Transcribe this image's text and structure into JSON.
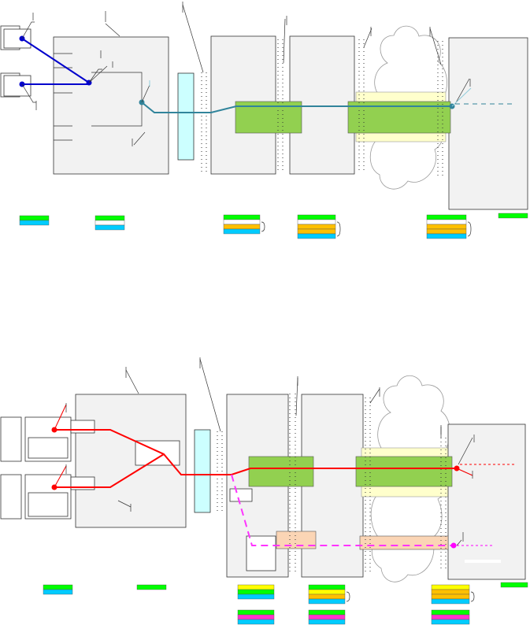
{
  "colors": {
    "panel": "#f2f2f2",
    "cyan_block": "#ccffff",
    "green_block": "#92d050",
    "yellow_block": "#ffffcc",
    "peach_block": "#fbd5b5",
    "blue_path": "#0000cc",
    "teal_path": "#31849b",
    "light_blue": "#92cddc",
    "red_path": "#ff0000",
    "magenta_path": "#ff00ff",
    "legend_green": "#00ff00",
    "legend_cyan": "#00ccff",
    "legend_orange": "#ffc000",
    "legend_yellow": "#ffff00",
    "legend_magenta": "#ff33cc"
  },
  "legend_top": [
    [
      "legend_green",
      "legend_cyan"
    ],
    [
      "legend_green",
      "white",
      "legend_cyan"
    ],
    [
      "legend_green",
      "white",
      "legend_orange",
      "legend_cyan"
    ],
    [
      "legend_green",
      "white",
      "legend_orange",
      "legend_orange",
      "legend_cyan"
    ],
    [
      "legend_green",
      "white",
      "legend_orange",
      "legend_orange",
      "legend_cyan"
    ],
    [
      "legend_green"
    ]
  ],
  "legend_bottom": [
    [
      "legend_green",
      "legend_cyan"
    ],
    [
      "legend_green"
    ],
    [
      "legend_yellow",
      "legend_green",
      "legend_cyan"
    ],
    [
      "legend_green",
      "legend_yellow",
      "legend_orange",
      "legend_cyan"
    ],
    [
      "legend_yellow",
      "legend_orange",
      "legend_orange",
      "legend_cyan"
    ],
    [
      "legend_green"
    ],
    [
      "legend_green",
      "legend_magenta",
      "legend_cyan"
    ],
    [
      "legend_green",
      "legend_magenta",
      "legend_cyan"
    ],
    [
      "legend_green",
      "legend_magenta",
      "legend_cyan"
    ]
  ]
}
